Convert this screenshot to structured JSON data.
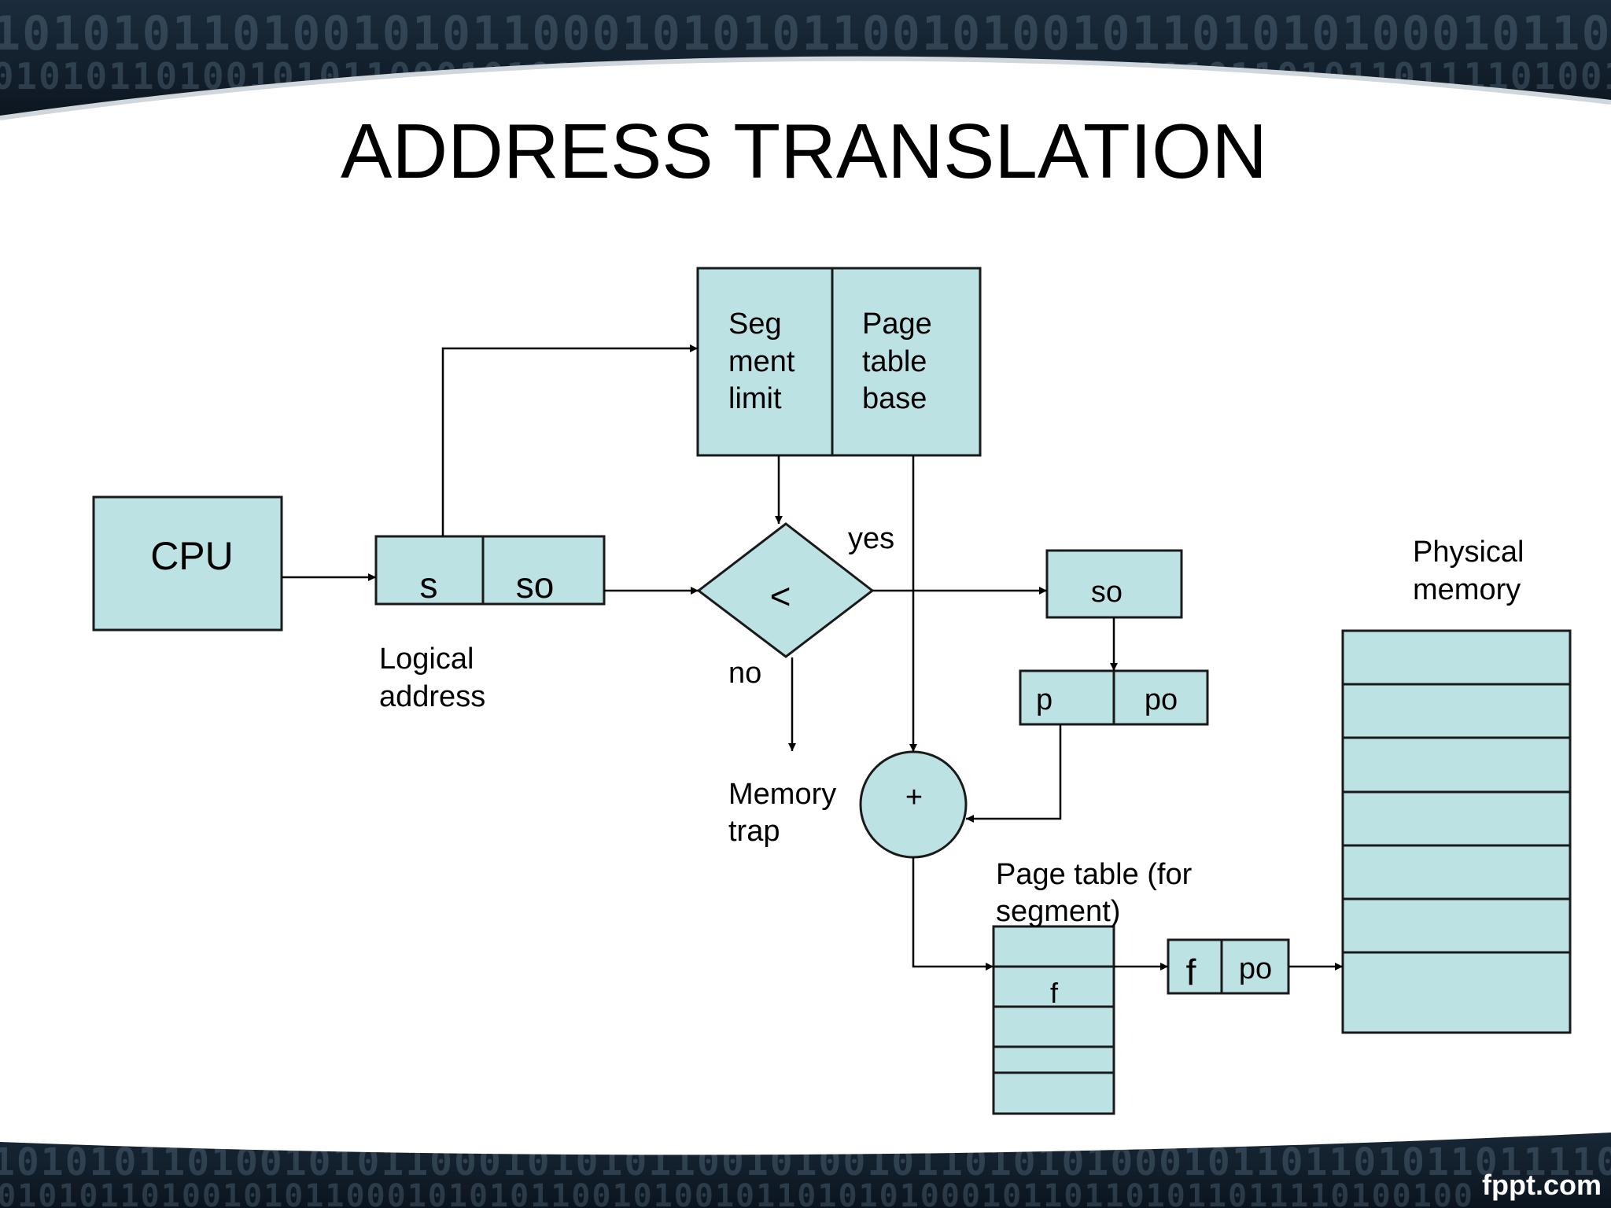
{
  "slide": {
    "title": "ADDRESS TRANSLATION",
    "watermark": "fppt.com",
    "binary_pattern": "1010101101001010110001010101100101001011010101000101101101011011110100100"
  },
  "diagram": {
    "fill_color": "#bde2e4",
    "stroke_color": "#1a1a1a",
    "cpu_label": "CPU",
    "logical_address": {
      "s": "s",
      "so": "so",
      "caption_line1": "Logical",
      "caption_line2": "address"
    },
    "segment_table": {
      "limit_lines": [
        "Seg",
        "ment",
        "limit"
      ],
      "base_lines": [
        "Page",
        "table",
        "base"
      ]
    },
    "comparator": {
      "symbol": "<",
      "yes_label": "yes",
      "no_label": "no"
    },
    "memory_trap": {
      "line1": "Memory",
      "line2": "trap"
    },
    "so_box": "so",
    "page_split": {
      "p": "p",
      "po": "po"
    },
    "adder": "+",
    "page_table": {
      "caption_line1": "Page table (for",
      "caption_line2": "segment)",
      "entry": "f"
    },
    "physical_address": {
      "f": "f",
      "po": "po"
    },
    "physical_memory": {
      "caption_line1": "Physical",
      "caption_line2": "memory"
    }
  }
}
